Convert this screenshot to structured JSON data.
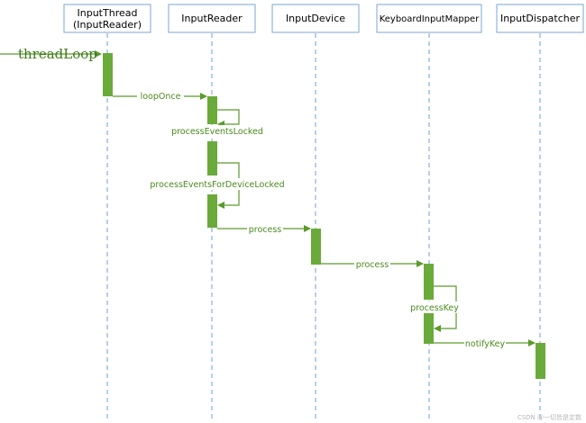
{
  "diagram": {
    "colors": {
      "header_border": "#7aa7d6",
      "lifeline": "#6f9fd8",
      "activation": "#6aaa3a",
      "message": "#5a9a2a",
      "message_text": "#4a8a1e",
      "header_text": "#000000"
    },
    "participants": [
      {
        "id": "inputthread",
        "label_line1": "InputThread",
        "label_line2": "(InputReader)"
      },
      {
        "id": "inputreader",
        "label_line1": "InputReader",
        "label_line2": ""
      },
      {
        "id": "inputdevice",
        "label_line1": "InputDevice",
        "label_line2": ""
      },
      {
        "id": "keyboardinputmapper",
        "label_line1": "KeyboardInputMapper",
        "label_line2": ""
      },
      {
        "id": "inputdispatcher",
        "label_line1": "InputDispatcher",
        "label_line2": ""
      }
    ],
    "entry_label": "threadLoop",
    "messages": [
      {
        "from": "inputthread",
        "to": "inputreader",
        "label": "loopOnce"
      },
      {
        "from": "inputreader",
        "to": "inputreader",
        "label": "processEventsLocked"
      },
      {
        "from": "inputreader",
        "to": "inputreader",
        "label": "processEventsForDeviceLocked"
      },
      {
        "from": "inputreader",
        "to": "inputdevice",
        "label": "process"
      },
      {
        "from": "inputdevice",
        "to": "keyboardinputmapper",
        "label": "process"
      },
      {
        "from": "keyboardinputmapper",
        "to": "keyboardinputmapper",
        "label": "processKey"
      },
      {
        "from": "keyboardinputmapper",
        "to": "inputdispatcher",
        "label": "notifyKey"
      }
    ],
    "watermark": "CSDN @一切皆是定数"
  }
}
